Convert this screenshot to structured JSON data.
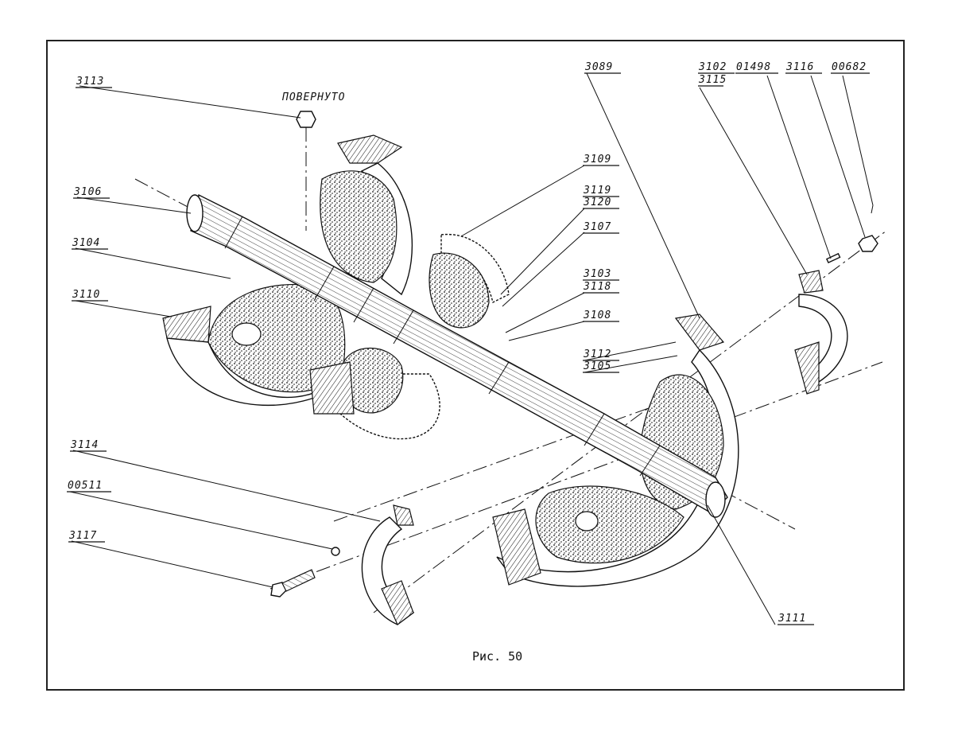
{
  "figure": {
    "caption": "Рис. 50",
    "note": "ПОВЕРНУТО"
  },
  "callouts": [
    {
      "id": "c-3113",
      "label": "3113"
    },
    {
      "id": "c-3106",
      "label": "3106"
    },
    {
      "id": "c-3104",
      "label": "3104"
    },
    {
      "id": "c-3110",
      "label": "3110"
    },
    {
      "id": "c-3114",
      "label": "3114"
    },
    {
      "id": "c-00511",
      "label": "00511"
    },
    {
      "id": "c-3117",
      "label": "3117"
    },
    {
      "id": "c-3089",
      "label": "3089"
    },
    {
      "id": "c-3109",
      "label": "3109"
    },
    {
      "id": "c-3119",
      "label": "3119"
    },
    {
      "id": "c-3120",
      "label": "3120"
    },
    {
      "id": "c-3107",
      "label": "3107"
    },
    {
      "id": "c-3103",
      "label": "3103"
    },
    {
      "id": "c-3118",
      "label": "3118"
    },
    {
      "id": "c-3108",
      "label": "3108"
    },
    {
      "id": "c-3112",
      "label": "3112"
    },
    {
      "id": "c-3105",
      "label": "3105"
    },
    {
      "id": "c-3102",
      "label": "3102"
    },
    {
      "id": "c-3115",
      "label": "3115"
    },
    {
      "id": "c-01498",
      "label": "01498"
    },
    {
      "id": "c-3116",
      "label": "3116"
    },
    {
      "id": "c-00682",
      "label": "00682"
    },
    {
      "id": "c-3111",
      "label": "3111"
    }
  ]
}
